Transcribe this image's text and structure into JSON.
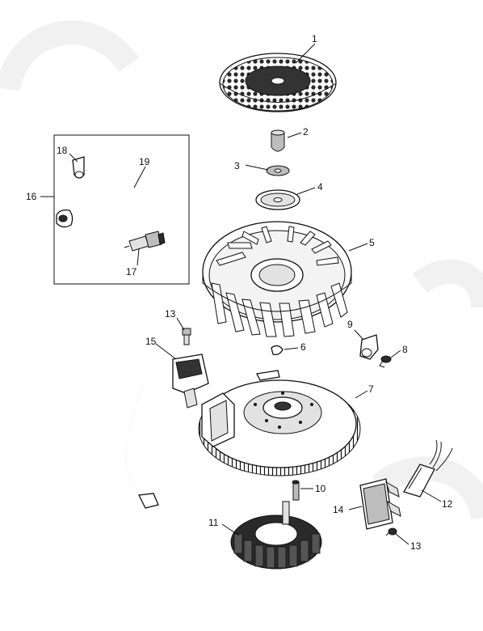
{
  "callouts": [
    {
      "id": "c1",
      "label": "1"
    },
    {
      "id": "c2",
      "label": "2"
    },
    {
      "id": "c3",
      "label": "3"
    },
    {
      "id": "c4",
      "label": "4"
    },
    {
      "id": "c5",
      "label": "5"
    },
    {
      "id": "c6",
      "label": "6"
    },
    {
      "id": "c7",
      "label": "7"
    },
    {
      "id": "c8",
      "label": "8"
    },
    {
      "id": "c9",
      "label": "9"
    },
    {
      "id": "c10",
      "label": "10"
    },
    {
      "id": "c11",
      "label": "11"
    },
    {
      "id": "c12",
      "label": "12"
    },
    {
      "id": "c13a",
      "label": "13"
    },
    {
      "id": "c13b",
      "label": "13"
    },
    {
      "id": "c14",
      "label": "14"
    },
    {
      "id": "c15",
      "label": "15"
    },
    {
      "id": "c16",
      "label": "16"
    },
    {
      "id": "c17",
      "label": "17"
    },
    {
      "id": "c18",
      "label": "18"
    },
    {
      "id": "c19",
      "label": "19"
    }
  ]
}
